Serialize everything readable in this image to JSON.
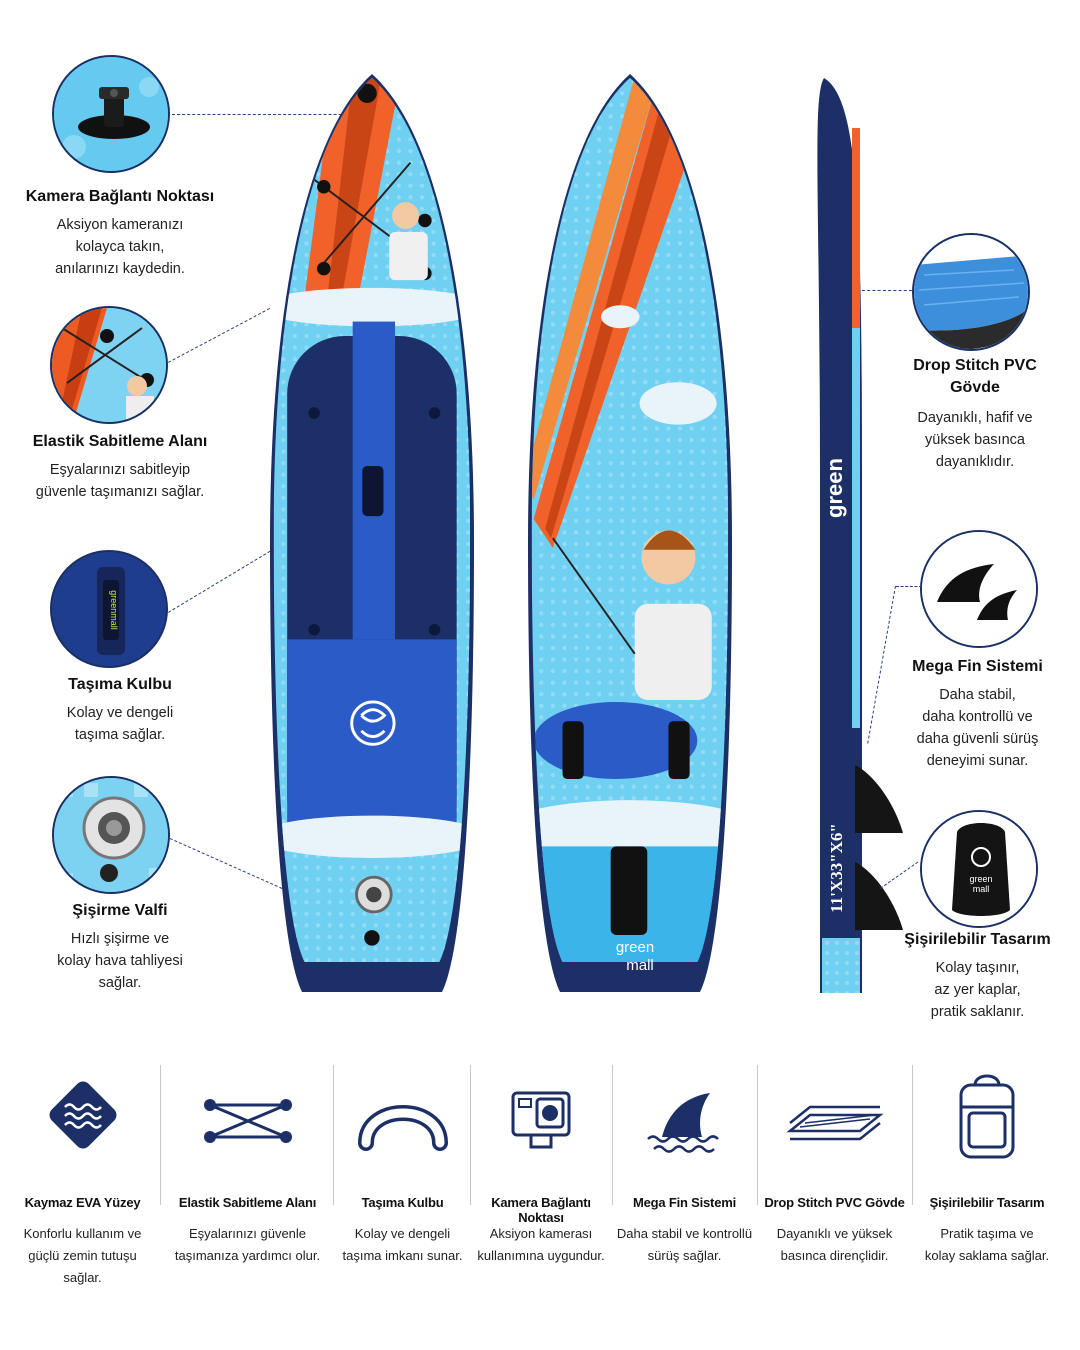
{
  "features_left": [
    {
      "title": "Kamera Bağlantı Noktası",
      "desc": "Aksiyon kameranızı\nkolayca takın,\nanılarınızı kaydedin.",
      "icon": "camera-mount-icon"
    },
    {
      "title": "Elastik Sabitleme Alanı",
      "desc": "Eşyalarınızı sabitleyip\ngüvenle taşımanızı sağlar.",
      "icon": "bungee-cord-icon"
    },
    {
      "title": "Taşıma Kulbu",
      "desc": "Kolay ve dengeli\ntaşıma sağlar.",
      "icon": "carry-handle-icon"
    },
    {
      "title": "Şişirme Valfi",
      "desc": "Hızlı şişirme ve\nkolay hava tahliyesi\nsağlar.",
      "icon": "valve-icon"
    }
  ],
  "features_right": [
    {
      "title": "Drop Stitch PVC\nGövde",
      "desc": "Dayanıklı, hafif ve\nyüksek basınca\ndayanıklıdır.",
      "icon": "drop-stitch-icon"
    },
    {
      "title": "Mega Fin Sistemi",
      "desc": "Daha stabil,\ndaha kontrollü ve\ndaha güvenli sürüş\ndeneyimi sunar.",
      "icon": "fin-icon"
    },
    {
      "title": "Şişirilebilir Tasarım",
      "desc": "Kolay taşınır,\naz yer kaplar,\npratik saklanır.",
      "icon": "backpack-icon"
    }
  ],
  "board": {
    "brand": "green",
    "brand_sub": "mall",
    "size_label": "11'X33\"X6\"",
    "colors": {
      "navy": "#1c2f66",
      "royal": "#2a5bc7",
      "sky": "#6fd0f2",
      "orange": "#f0622a",
      "cloud": "#e8f4fa"
    }
  },
  "bottom": [
    {
      "title": "Kaymaz EVA Yüzey",
      "desc": "Konforlu kullanım ve\ngüçlü zemin tutuşu\nsağlar.",
      "icon": "eva-surface-icon"
    },
    {
      "title": "Elastik Sabitleme Alanı",
      "desc": "Eşyalarınızı güvenle\ntaşımanıza yardımcı olur.",
      "icon": "bungee-icon"
    },
    {
      "title": "Taşıma Kulbu",
      "desc": "Kolay ve dengeli\ntaşıma imkanı sunar.",
      "icon": "handle-icon"
    },
    {
      "title": "Kamera Bağlantı Noktası",
      "desc": "Aksiyon kamerası\nkullanımına uygundur.",
      "icon": "action-camera-icon"
    },
    {
      "title": "Mega Fin Sistemi",
      "desc": "Daha stabil ve kontrollü\nsürüş sağlar.",
      "icon": "shark-fin-icon"
    },
    {
      "title": "Drop Stitch PVC Gövde",
      "desc": "Dayanıklı ve yüksek\nbasınca dirençlidir.",
      "icon": "layers-icon"
    },
    {
      "title": "Şişirilebilir Tasarım",
      "desc": "Pratik taşıma ve\nkolay saklama sağlar.",
      "icon": "bag-icon"
    }
  ]
}
